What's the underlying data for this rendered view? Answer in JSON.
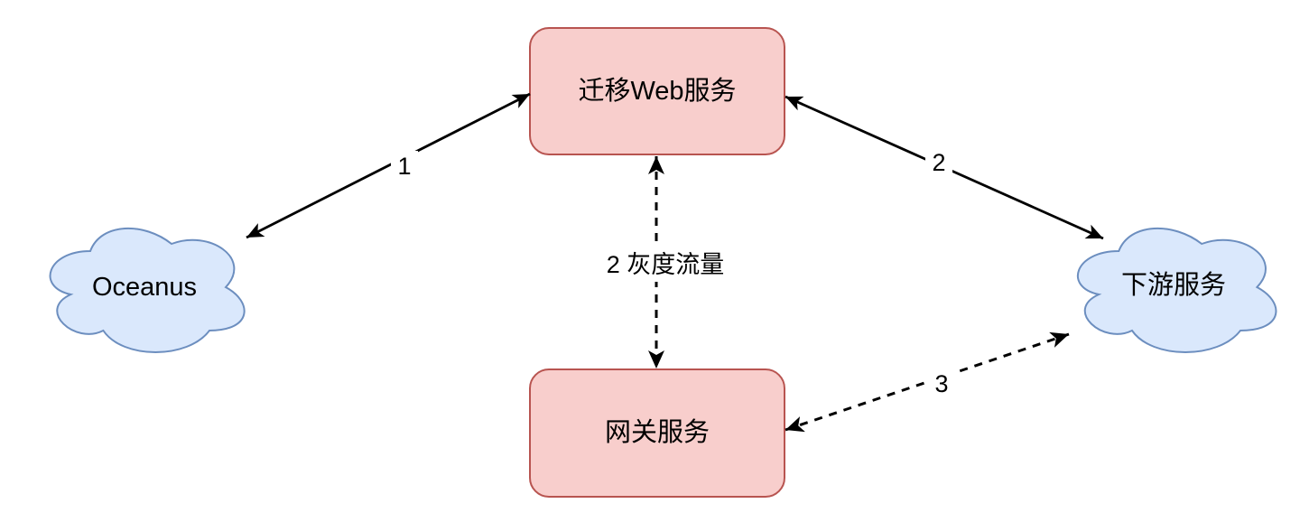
{
  "diagram": {
    "background": "#ffffff",
    "nodes": {
      "oceanus": {
        "label": "Oceanus",
        "shape": "cloud",
        "fill": "#dae8fc",
        "stroke": "#6c8ebf"
      },
      "migration_web_service": {
        "label": "迁移Web服务",
        "shape": "rounded-rect",
        "fill": "#f8cecc",
        "stroke": "#b85450"
      },
      "gateway_service": {
        "label": "网关服务",
        "shape": "rounded-rect",
        "fill": "#f8cecc",
        "stroke": "#b85450"
      },
      "downstream_service": {
        "label": "下游服务",
        "shape": "cloud",
        "fill": "#dae8fc",
        "stroke": "#6c8ebf"
      }
    },
    "edges": {
      "oceanus_to_migration": {
        "label": "1",
        "style": "solid",
        "direction": "bidirectional",
        "from": "oceanus",
        "to": "migration_web_service"
      },
      "migration_to_downstream": {
        "label": "2",
        "style": "solid",
        "direction": "bidirectional",
        "from": "migration_web_service",
        "to": "downstream_service"
      },
      "migration_to_gateway": {
        "label": "2 灰度流量",
        "style": "dashed",
        "direction": "bidirectional",
        "from": "migration_web_service",
        "to": "gateway_service"
      },
      "gateway_to_downstream": {
        "label": "3",
        "style": "dashed",
        "direction": "bidirectional",
        "from": "gateway_service",
        "to": "downstream_service"
      }
    },
    "colors": {
      "line": "#000000",
      "arrowhead": "#000000",
      "text": "#000000",
      "label_background": "#ffffff"
    }
  }
}
